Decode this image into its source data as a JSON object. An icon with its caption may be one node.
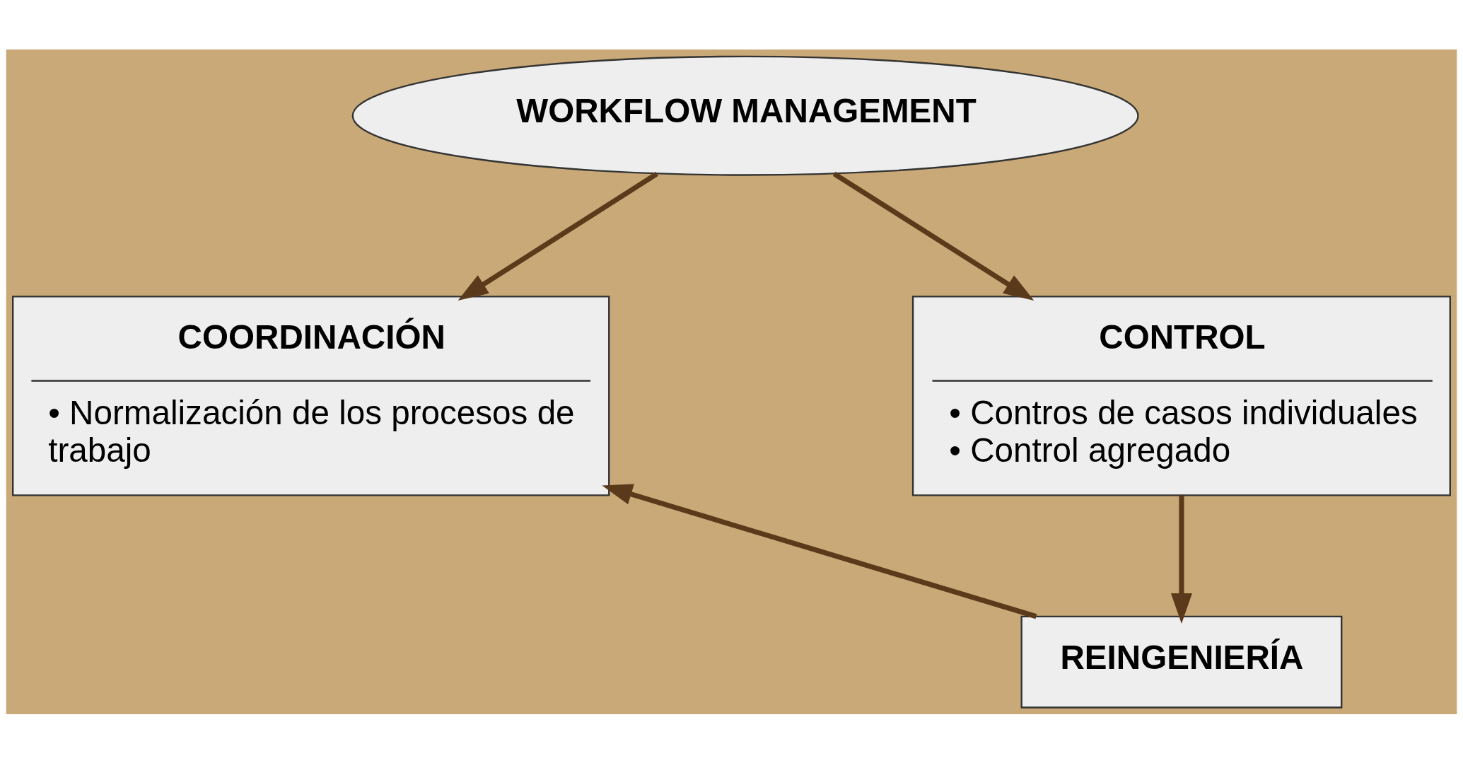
{
  "diagram": {
    "nodes": [
      {
        "text": [
          "WORKFLOW MANAGEMENT"
        ]
      },
      {
        "text": [
          "COORDINACIÓN",
          "• Normalización de los procesos de trabajo"
        ]
      },
      {
        "text": [
          "CONTROL",
          "• Contros de casos individuales",
          "• Control agregado"
        ]
      },
      {
        "text": [
          "REINGENIERÍA"
        ]
      }
    ],
    "edges": [
      {
        "from": 0,
        "to": 1,
        "arrow": "to"
      },
      {
        "from": 0,
        "to": 2,
        "arrow": "to"
      },
      {
        "from": 2,
        "to": 3,
        "arrow": "to"
      },
      {
        "from": 3,
        "to": 1,
        "arrow": "to"
      }
    ]
  }
}
